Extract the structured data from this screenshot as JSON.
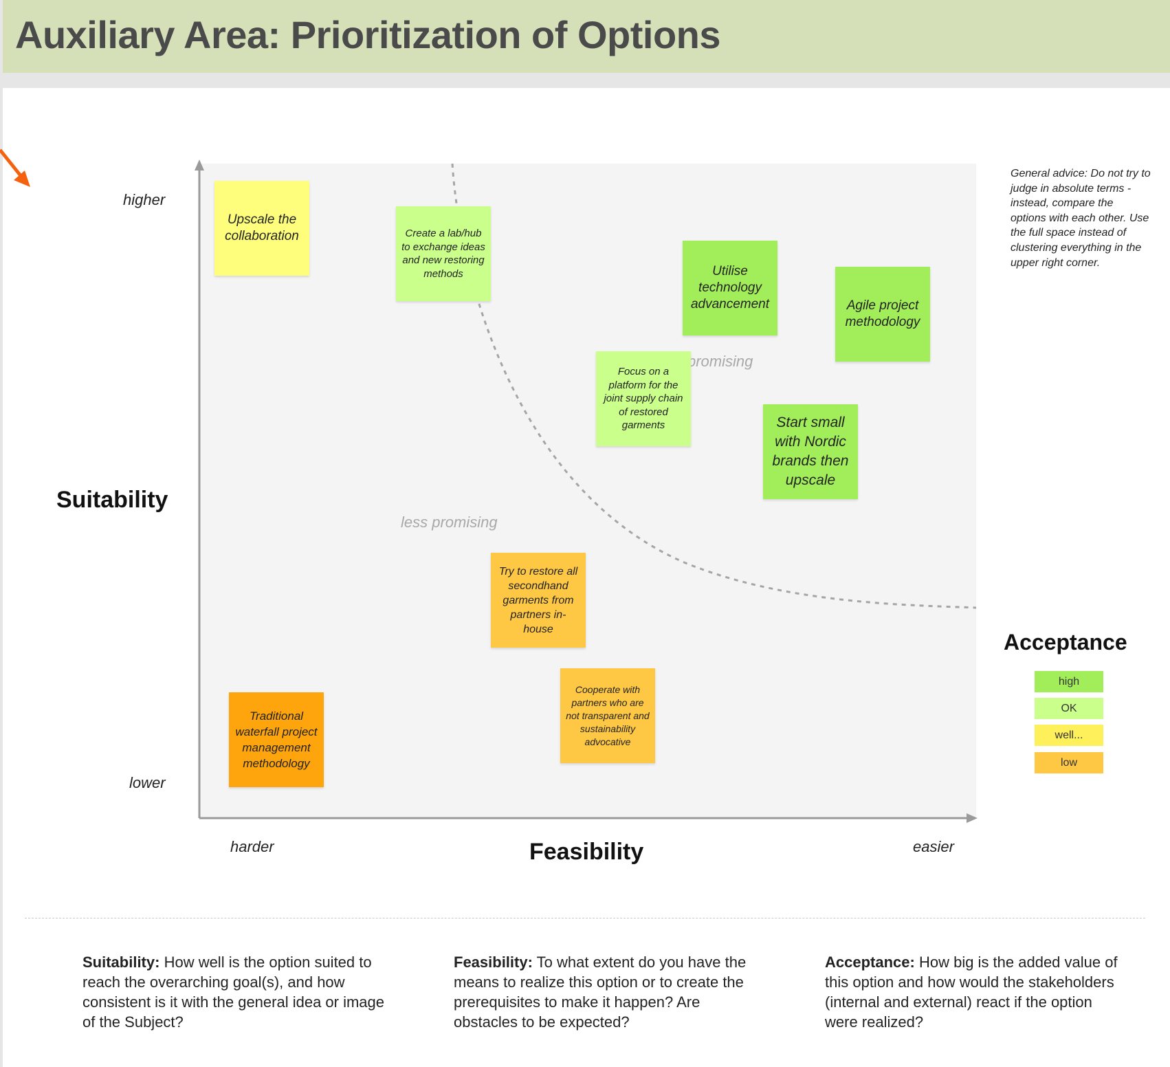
{
  "header": {
    "title": "Auxiliary Area: Prioritization of Options"
  },
  "axes": {
    "y_high": "higher",
    "y_low": "lower",
    "y_title": "Suitability",
    "x_low": "harder",
    "x_high": "easier",
    "x_title": "Feasibility"
  },
  "regions": {
    "less": "less promising",
    "more": "promising"
  },
  "advice": "General advice: Do not try to judge in absolute terms - instead, compare the options with each other. Use the full space instead of clustering everything in the upper right corner.",
  "colors": {
    "high": "#a2ee5a",
    "ok": "#cbff8c",
    "well": "#fefe7c",
    "low": "#fec844",
    "lowest": "#fea40c",
    "accent_arrow": "#f5620f"
  },
  "notes": [
    {
      "text": "Upscale the collaboration",
      "acceptance": "well"
    },
    {
      "text": "Create a lab/hub to exchange ideas and new restoring methods",
      "acceptance": "ok"
    },
    {
      "text": "Utilise technology advancement",
      "acceptance": "high"
    },
    {
      "text": "Agile project methodology",
      "acceptance": "high"
    },
    {
      "text": "Focus on a platform for the joint supply chain of restored garments",
      "acceptance": "ok"
    },
    {
      "text": "Start small with Nordic brands then upscale",
      "acceptance": "high"
    },
    {
      "text": "Try to restore all secondhand garments from partners in-house",
      "acceptance": "low"
    },
    {
      "text": "Cooperate with partners who are not transparent and sustainability advocative",
      "acceptance": "low"
    },
    {
      "text": "Traditional waterfall project management methodology",
      "acceptance": "lowest"
    }
  ],
  "legend": {
    "title": "Acceptance",
    "items": [
      {
        "label": "high",
        "color": "#a2ee5a"
      },
      {
        "label": "OK",
        "color": "#cbff8c"
      },
      {
        "label": "well...",
        "color": "#fef05a"
      },
      {
        "label": "low",
        "color": "#fec844"
      }
    ]
  },
  "definitions": {
    "suitability_term": "Suitability:",
    "suitability_text": " How well is the option suited to reach the overarching goal(s), and how consistent is it with the general idea  or image of the Subject?",
    "feasibility_term": "Feasibility:",
    "feasibility_text": " To what extent do you have the means to realize this option or to create the prerequisites to make it happen? Are obstacles to be expected?",
    "acceptance_term": "Acceptance:",
    "acceptance_text": " How big is the added value of this option and how would the stakeholders (internal and external) react if the option were realized?"
  }
}
